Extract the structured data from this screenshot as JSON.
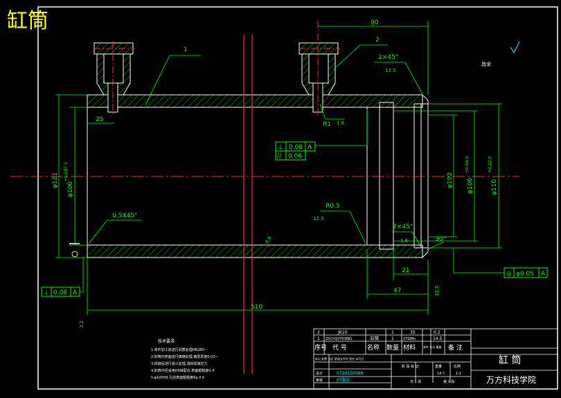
{
  "title": "缸筒",
  "colors": {
    "background": "#000000",
    "outline": "#ffffff",
    "hatch": "#00c800",
    "dimension": "#00ff00",
    "centerline": "#ff2a2a",
    "annotation": "#ffff00",
    "roughness": "#00ffff"
  },
  "leaders": {
    "part1": "1",
    "part2": "2"
  },
  "dims": {
    "top_90": "90",
    "chamfer_top": "2×45°",
    "rough_125_a": "12.5",
    "r1": "R1",
    "rough_16": "1.6",
    "len_25": "25",
    "dia_121": "φ121",
    "dia_100": "φ100",
    "tol_100": "+0.087\n0",
    "dia_102": "φ102",
    "dia_106": "φ106",
    "tol_106": "+0.54\n0",
    "dia_110": "φ110",
    "tol_110": "+0.22\n0",
    "r05": "R0.5",
    "rough_125_b": "12.5",
    "chamfer_left": "0.5X45°",
    "rough_08": "0.8",
    "chamfer_right": "2×45°",
    "rough_16_b": "1.6",
    "angle_30": "30°",
    "len_21": "21",
    "len_47": "47",
    "len_510": "510",
    "rough_125_c": "12.5",
    "rough_32": "3.2",
    "tech_label": "其余"
  },
  "gdt": {
    "perp1_sym": "⊥",
    "perp1_val": "0.08",
    "perp1_ref": "A",
    "para_sym": "//",
    "para_val": "0.06",
    "perp2_sym": "⊥",
    "perp2_val": "0.08",
    "perp2_ref": "A",
    "conc_sym": "◎",
    "conc_val": "φ0.05",
    "conc_ref": "A"
  },
  "notes": {
    "heading": "技术要求",
    "lines": [
      "1.零件加工前进行调质处理HB280~",
      "2.缸筒内表面进行镀铬处理,镀层厚度0.03~",
      "3.焊接后进行退火处理,消除焊接应力",
      "4.缸筒内径采用H9级配合,表面粗糙度0.4",
      "5.φ100H9 孔的表面粗糙度Ra 0.4"
    ]
  },
  "bom": [
    {
      "no": "2",
      "code": "JK10",
      "name": "",
      "qty": "1",
      "material": "35",
      "note1": "0.2",
      "note2": "0.2"
    },
    {
      "no": "1",
      "code": "ZSCH107036Ⅱ1",
      "name": "缸筒",
      "qty": "1",
      "material": "27SiMn",
      "note1": "14.5",
      "note2": "14.5"
    }
  ],
  "bom_header": {
    "no": "序号",
    "code": "代 号",
    "name": "名称",
    "qty": "数量",
    "material": "材料",
    "weight": "单件 总计 重量",
    "note": "备 注"
  },
  "titleblock": {
    "part_name": "缸 筒",
    "school": "万方科技学院",
    "designer_label": "设计",
    "designer_val": "0720150088",
    "checker_label": "审核",
    "checker_val": "07张三",
    "scale_val": "1:1",
    "mass_val": "14.7",
    "sheets": "共 1 张",
    "sheet_no": "第 1 张",
    "hdr_marks": "标记 处数 分区 更改文件号 签名 年月日",
    "stage": "阶 段 标 记",
    "mass_label": "重量",
    "scale_label": "比例"
  }
}
